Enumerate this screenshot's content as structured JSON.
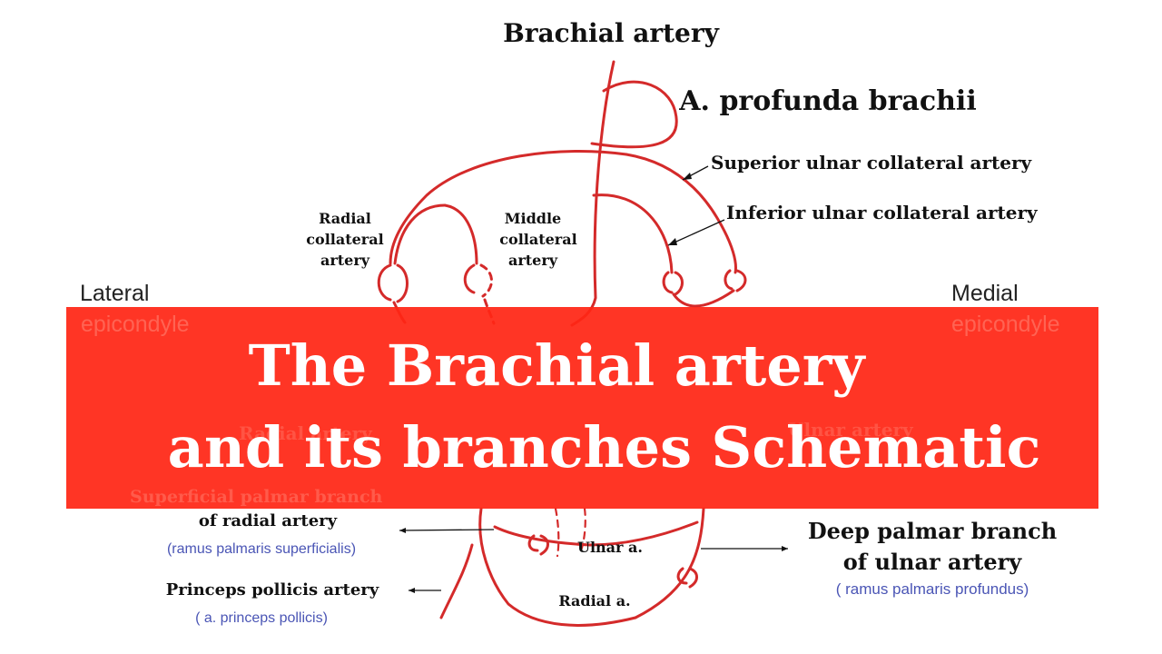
{
  "labels": {
    "brachial_artery": "Brachial artery",
    "profunda_brachii": "A. profunda brachii",
    "superior_ulnar_collateral": "Superior ulnar collateral artery",
    "inferior_ulnar_collateral": "Inferior ulnar collateral artery",
    "radial_collateral": [
      "Radial",
      "collateral",
      "artery"
    ],
    "middle_collateral": [
      "Middle",
      "collateral",
      "artery"
    ],
    "lateral_epicondyle": [
      "Lateral",
      "epicondyle"
    ],
    "medial_epicondyle": [
      "Medial",
      "epicondyle"
    ],
    "radial_artery_hidden": "Radial artery",
    "ulnar_artery_hidden": "Ulnar artery",
    "superficial_palmar_branch": "Superficial palmar branch",
    "of_radial_artery": "of radial artery",
    "ramus_palmaris_superficialis": "(ramus palmaris superficialis)",
    "princeps_pollicis": "Princeps pollicis artery",
    "a_princeps_pollicis": "( a. princeps pollicis)",
    "ulnar_a": "Ulnar a.",
    "radial_a": "Radial a.",
    "deep_palmar_branch": [
      "Deep palmar branch",
      "of ulnar artery"
    ],
    "ramus_palmaris_profundus": "( ramus palmaris profundus)"
  },
  "banner": {
    "line1": "The Brachial artery",
    "line2": "and its branches Schematic"
  },
  "colors": {
    "artery": "#d42a2a",
    "banner": "#ff2614",
    "latin_blue": "#4a55b5",
    "epicondyle_red": "#e8403a"
  }
}
